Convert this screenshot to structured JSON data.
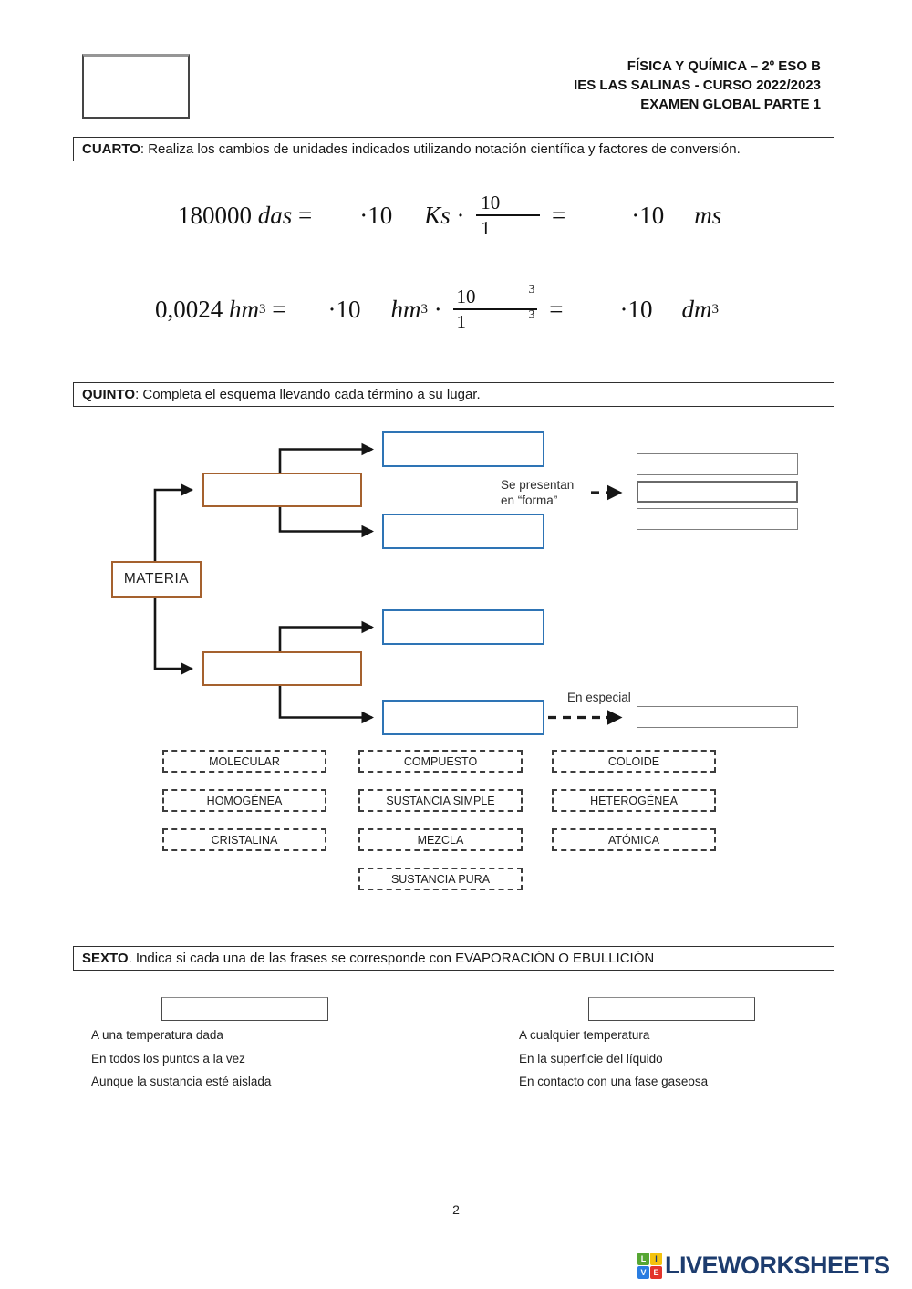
{
  "header": {
    "title_lines": [
      "FÍSICA Y QUÍMICA – 2º ESO B",
      "IES LAS SALINAS - CURSO 2022/2023",
      "EXAMEN GLOBAL PARTE 1"
    ]
  },
  "cuarto": {
    "label": "CUARTO",
    "instruction": ": Realiza los cambios de unidades indicados utilizando notación científica y factores de conversión.",
    "formula1": {
      "value": "180000 ",
      "unit1": "das",
      "eq": " =",
      "pow": "·10",
      "unit2": "Ks",
      "times": " · ",
      "num": "10",
      "den": "1",
      "unit3": "ms"
    },
    "formula2": {
      "value": "0,0024 ",
      "unit1": "hm",
      "exp1": "3",
      "eq": " =",
      "pow": "·10",
      "unit2": "hm",
      "exp2": "3",
      "times": " · ",
      "num": "10",
      "num_exp": "3",
      "den": "1",
      "den_exp": "3",
      "unit3": "dm",
      "exp3": "3"
    }
  },
  "quinto": {
    "label": "QUINTO",
    "instruction": ": Completa el esquema llevando cada término a su lugar.",
    "materia": "MATERIA",
    "se_presentan_line1": "Se presentan",
    "se_presentan_line2": "en “forma”",
    "en_especial": "En especial",
    "terms": [
      "MOLECULAR",
      "COMPUESTO",
      "COLOIDE",
      "HOMOGÉNEA",
      "SUSTANCIA SIMPLE",
      "HETEROGÉNEA",
      "CRISTALINA",
      "MEZCLA",
      "ATÓMICA",
      "SUSTANCIA PURA"
    ]
  },
  "sexto": {
    "label": "SEXTO",
    "instruction": ". Indica si cada una de las frases se corresponde  con EVAPORACIÓN O EBULLICIÓN",
    "left_phrases": [
      "A una temperatura dada",
      "En todos los puntos a la vez",
      "Aunque la sustancia esté aislada"
    ],
    "right_phrases": [
      "A cualquier temperatura",
      "En la superficie del líquido",
      "En contacto con una fase gaseosa"
    ]
  },
  "footer": {
    "page_number": "2",
    "logo_text": "LIVEWORKSHEETS",
    "logo_letters": [
      "L",
      "I",
      "V",
      "E"
    ]
  },
  "colors": {
    "box_blue": "#2e74b5",
    "box_brown": "#a5612e",
    "box_gray": "#7f7f7f",
    "logo_navy": "#1d3c6e",
    "logo_green": "#56a633",
    "logo_yellow": "#f4c20d",
    "logo_blue": "#2a7de1",
    "logo_red": "#e3342b"
  }
}
